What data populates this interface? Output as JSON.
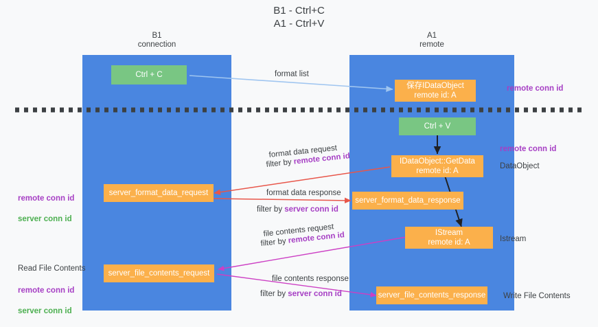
{
  "title": "B1 - Ctrl+C\nA1 - Ctrl+V",
  "columns": [
    {
      "name": "b1",
      "label": "B1\nconnection"
    },
    {
      "name": "a1",
      "label": "A1\nremote"
    }
  ],
  "nodes": [
    {
      "key": "ctrl_c",
      "label": "Ctrl + C"
    },
    {
      "key": "save_idataobject",
      "label": "保存IDataObject\nremote id: A"
    },
    {
      "key": "ctrl_v",
      "label": "Ctrl + V"
    },
    {
      "key": "idataobject_getdata",
      "label": "IDataObject::GetData\nremote id: A"
    },
    {
      "key": "server_format_data_request",
      "label": "server_format_data_request"
    },
    {
      "key": "server_format_data_response",
      "label": "server_format_data_response"
    },
    {
      "key": "istream",
      "label": "IStream\nremote id: A"
    },
    {
      "key": "server_file_contents_request",
      "label": "server_file_contents_request"
    },
    {
      "key": "server_file_contents_response",
      "label": "server_file_contents_response"
    }
  ],
  "edge_labels": {
    "format_list": "format list",
    "format_data_request": "format data request",
    "format_data_request_filter_prefix": "filter by ",
    "format_data_request_filter_value": "remote conn id",
    "format_data_response": "format data response",
    "format_data_response_filter_prefix": "filter by ",
    "format_data_response_filter_value": "server conn id",
    "file_contents_request": "file contents request",
    "file_contents_request_filter_prefix": "filter by ",
    "file_contents_request_filter_value": "remote conn id",
    "file_contents_response": "file contents response",
    "file_contents_response_filter_prefix": "filter by ",
    "file_contents_response_filter_value": "server conn id"
  },
  "annotations": {
    "right_remote_conn_id_top": "remote conn id",
    "right_remote_conn_id_mid": "remote conn id",
    "right_dataobject": "DataObject",
    "right_istream": "Istream",
    "right_write_file_contents": "Write File Contents",
    "left_remote_conn_id": "remote conn id",
    "left_server_conn_id": "server conn id",
    "left_read_file_contents": "Read File Contents",
    "left_remote_conn_id_2": "remote conn id",
    "left_server_conn_id_2": "server conn id"
  },
  "colors": {
    "lane": "#4a86e0",
    "node_green": "#79c683",
    "node_orange": "#fbb04b",
    "accent_purple": "#a63fc4",
    "accent_green": "#4caf50",
    "arrow_lightblue": "#9fc5f0",
    "arrow_red": "#e8564a",
    "arrow_magenta": "#cc3fc4",
    "arrow_black": "#202124",
    "background": "#f8f9fa"
  }
}
